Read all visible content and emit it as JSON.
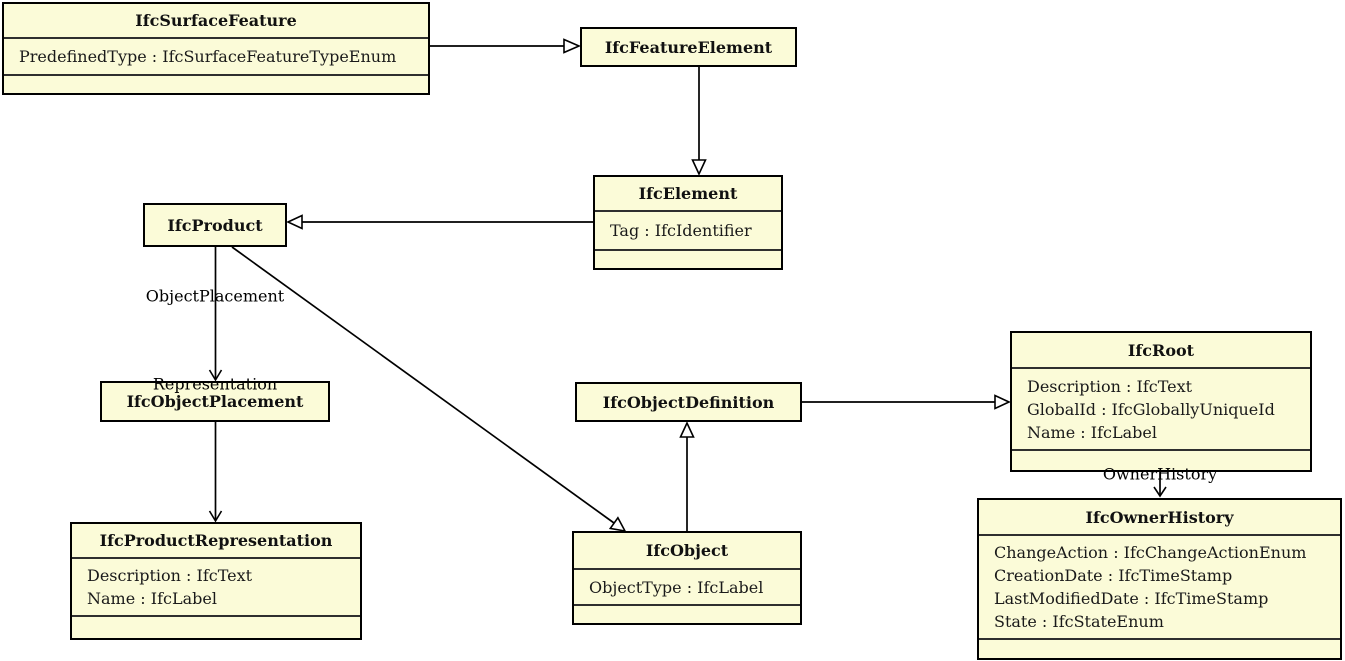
{
  "colors": {
    "box_fill": "#FBFBD8",
    "box_border": "#000000",
    "background": "#FFFFFF"
  },
  "classes": [
    {
      "name": "IfcSurfaceFeature",
      "attributes": [
        "PredefinedType : IfcSurfaceFeatureTypeEnum"
      ]
    },
    {
      "name": "IfcFeatureElement",
      "attributes": []
    },
    {
      "name": "IfcElement",
      "attributes": [
        "Tag : IfcIdentifier"
      ]
    },
    {
      "name": "IfcProduct",
      "attributes": []
    },
    {
      "name": "IfcObjectPlacement",
      "attributes": []
    },
    {
      "name": "IfcProductRepresentation",
      "attributes": [
        "Description : IfcText",
        "Name : IfcLabel"
      ]
    },
    {
      "name": "IfcObjectDefinition",
      "attributes": []
    },
    {
      "name": "IfcObject",
      "attributes": [
        "ObjectType : IfcLabel"
      ]
    },
    {
      "name": "IfcRoot",
      "attributes": [
        "Description : IfcText",
        "GlobalId : IfcGloballyUniqueId",
        "Name : IfcLabel"
      ]
    },
    {
      "name": "IfcOwnerHistory",
      "attributes": [
        "ChangeAction : IfcChangeActionEnum",
        "CreationDate : IfcTimeStamp",
        "LastModifiedDate : IfcTimeStamp",
        "State : IfcStateEnum"
      ]
    }
  ],
  "edges": [
    {
      "from": "IfcSurfaceFeature",
      "to": "IfcFeatureElement",
      "type": "generalization",
      "label": ""
    },
    {
      "from": "IfcFeatureElement",
      "to": "IfcElement",
      "type": "generalization",
      "label": ""
    },
    {
      "from": "IfcElement",
      "to": "IfcProduct",
      "type": "generalization",
      "label": ""
    },
    {
      "from": "IfcProduct",
      "to": "IfcObjectPlacement",
      "type": "association",
      "label": "ObjectPlacement"
    },
    {
      "from": "IfcProduct",
      "to": "IfcProductRepresentation",
      "type": "association",
      "label": "Representation"
    },
    {
      "from": "IfcProduct",
      "to": "IfcObject",
      "type": "generalization",
      "label": ""
    },
    {
      "from": "IfcObject",
      "to": "IfcObjectDefinition",
      "type": "generalization",
      "label": ""
    },
    {
      "from": "IfcObjectDefinition",
      "to": "IfcRoot",
      "type": "generalization",
      "label": ""
    },
    {
      "from": "IfcRoot",
      "to": "IfcOwnerHistory",
      "type": "association",
      "label": "OwnerHistory"
    }
  ]
}
